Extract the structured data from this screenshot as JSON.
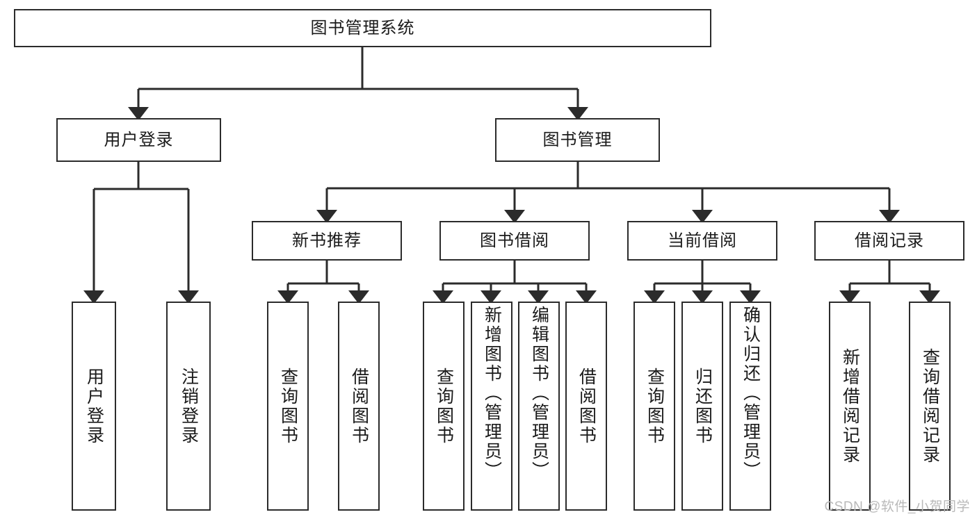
{
  "diagram": {
    "title": "图书管理系统",
    "type": "tree-hierarchy",
    "root": {
      "id": "root",
      "label": "图书管理系统"
    },
    "level2": [
      {
        "id": "user-login",
        "label": "用户登录"
      },
      {
        "id": "book-management",
        "label": "图书管理"
      }
    ],
    "level3": [
      {
        "id": "new-book-recommend",
        "label": "新书推荐",
        "parent": "book-management"
      },
      {
        "id": "book-borrow",
        "label": "图书借阅",
        "parent": "book-management"
      },
      {
        "id": "current-borrow",
        "label": "当前借阅",
        "parent": "book-management"
      },
      {
        "id": "borrow-record",
        "label": "借阅记录",
        "parent": "book-management"
      }
    ],
    "leaves": [
      {
        "id": "leaf-user-login",
        "label": "用户登录",
        "parent": "user-login"
      },
      {
        "id": "leaf-logout-login",
        "label": "注销登录",
        "parent": "user-login"
      },
      {
        "id": "leaf-query-book-1",
        "label": "查询图书",
        "parent": "new-book-recommend"
      },
      {
        "id": "leaf-borrow-book-1",
        "label": "借阅图书",
        "parent": "new-book-recommend"
      },
      {
        "id": "leaf-query-book-2",
        "label": "查询图书",
        "parent": "book-borrow"
      },
      {
        "id": "leaf-add-book",
        "label": "新增图书（管理员）",
        "parent": "book-borrow"
      },
      {
        "id": "leaf-edit-book",
        "label": "编辑图书（管理员）",
        "parent": "book-borrow"
      },
      {
        "id": "leaf-borrow-book-2",
        "label": "借阅图书",
        "parent": "book-borrow"
      },
      {
        "id": "leaf-query-book-3",
        "label": "查询图书",
        "parent": "current-borrow"
      },
      {
        "id": "leaf-return-book",
        "label": "归还图书",
        "parent": "current-borrow"
      },
      {
        "id": "leaf-confirm-return",
        "label": "确认归还（管理员）",
        "parent": "current-borrow"
      },
      {
        "id": "leaf-add-record",
        "label": "新增借阅记录",
        "parent": "borrow-record"
      },
      {
        "id": "leaf-query-record",
        "label": "查询借阅记录",
        "parent": "borrow-record"
      }
    ],
    "colors": {
      "box_border": "#2b2b2b",
      "box_fill": "#ffffff",
      "connector": "#2b2b2b",
      "text": "#1a1a1a",
      "watermark": "#b9b9b9",
      "background": "#ffffff"
    }
  },
  "watermark": {
    "text": "CSDN @软件_小贺同学"
  }
}
